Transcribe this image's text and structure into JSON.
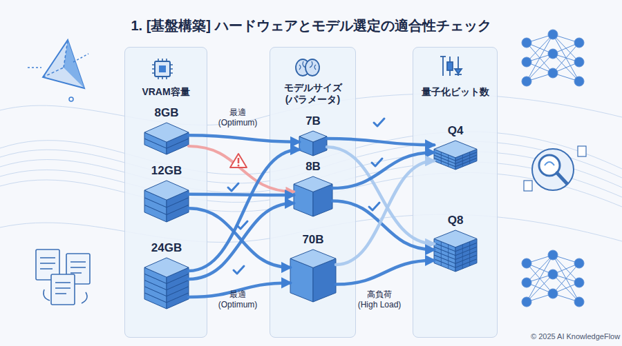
{
  "diagram": {
    "title": "1. [基盤構築] ハードウェアとモデル選定の適合性チェック",
    "nodes": [
      {
        "text": [
          "VRAM容量"
        ]
      },
      {
        "text": [
          "8GB"
        ],
        "in": 0
      },
      {
        "text": [
          "12GB"
        ],
        "in": 0
      },
      {
        "text": [
          "24GB"
        ],
        "in": 0
      },
      {
        "text": [
          "モデルサイズ (パラメータ)"
        ]
      },
      {
        "text": [
          "7B"
        ],
        "in": 4
      },
      {
        "text": [
          "8B"
        ],
        "in": 4
      },
      {
        "text": [
          "70B"
        ],
        "in": 4
      },
      {
        "text": [
          "量子化ビット数"
        ]
      },
      {
        "text": [
          "Q4"
        ],
        "in": 8
      },
      {
        "text": [
          "Q8"
        ],
        "in": 8
      }
    ],
    "edges": [
      {
        "from": 1,
        "to": 5,
        "arrow": "to",
        "label": "最適 (Optimum)"
      },
      {
        "from": 1,
        "to": 6,
        "arrow": "to"
      },
      {
        "from": 2,
        "to": 6,
        "arrow": "to"
      },
      {
        "from": 2,
        "to": 7,
        "arrow": "to"
      },
      {
        "from": 3,
        "to": 5,
        "arrow": "to"
      },
      {
        "from": 3,
        "to": 6,
        "arrow": "to"
      },
      {
        "from": 3,
        "to": 7,
        "arrow": "to",
        "label": "最適 (Optimum)"
      },
      {
        "from": 5,
        "to": 9,
        "arrow": "to"
      },
      {
        "from": 5,
        "to": 10,
        "arrow": "to"
      },
      {
        "from": 6,
        "to": 9,
        "arrow": "to"
      },
      {
        "from": 6,
        "to": 10,
        "arrow": "to"
      },
      {
        "from": 7,
        "to": 9,
        "arrow": "to"
      },
      {
        "from": 7,
        "to": 10,
        "arrow": "to",
        "label": "高負荷 (High Load)"
      }
    ],
    "labels": [
      "© 2025 AI KnowledgeFlow"
    ]
  }
}
